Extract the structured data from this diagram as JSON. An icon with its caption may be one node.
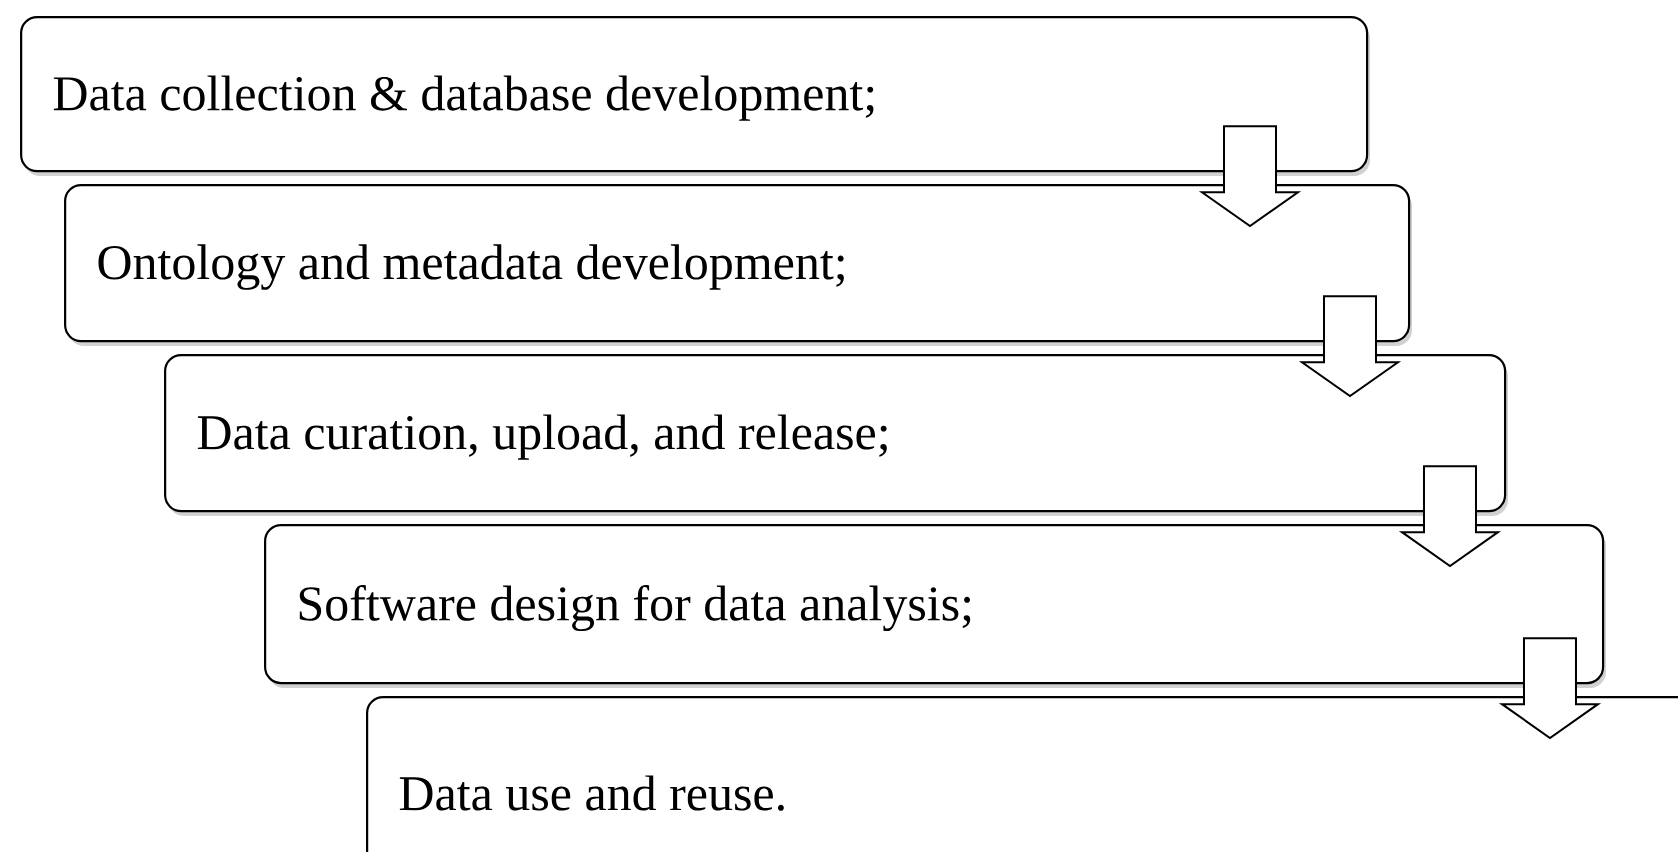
{
  "diagram": {
    "nodes": [
      {
        "text": [
          "Data collection & database development;"
        ]
      },
      {
        "text": [
          "Ontology and metadata development;"
        ]
      },
      {
        "text": [
          "Data curation, upload, and release;"
        ]
      },
      {
        "text": [
          "Software design for data analysis;"
        ]
      },
      {
        "text": [
          "Data use and reuse."
        ]
      }
    ],
    "edges": [
      {
        "from": 0,
        "to": 1,
        "arrow": "to"
      },
      {
        "from": 1,
        "to": 2,
        "arrow": "to"
      },
      {
        "from": 2,
        "to": 3,
        "arrow": "to"
      },
      {
        "from": 3,
        "to": 4,
        "arrow": "to"
      }
    ]
  }
}
